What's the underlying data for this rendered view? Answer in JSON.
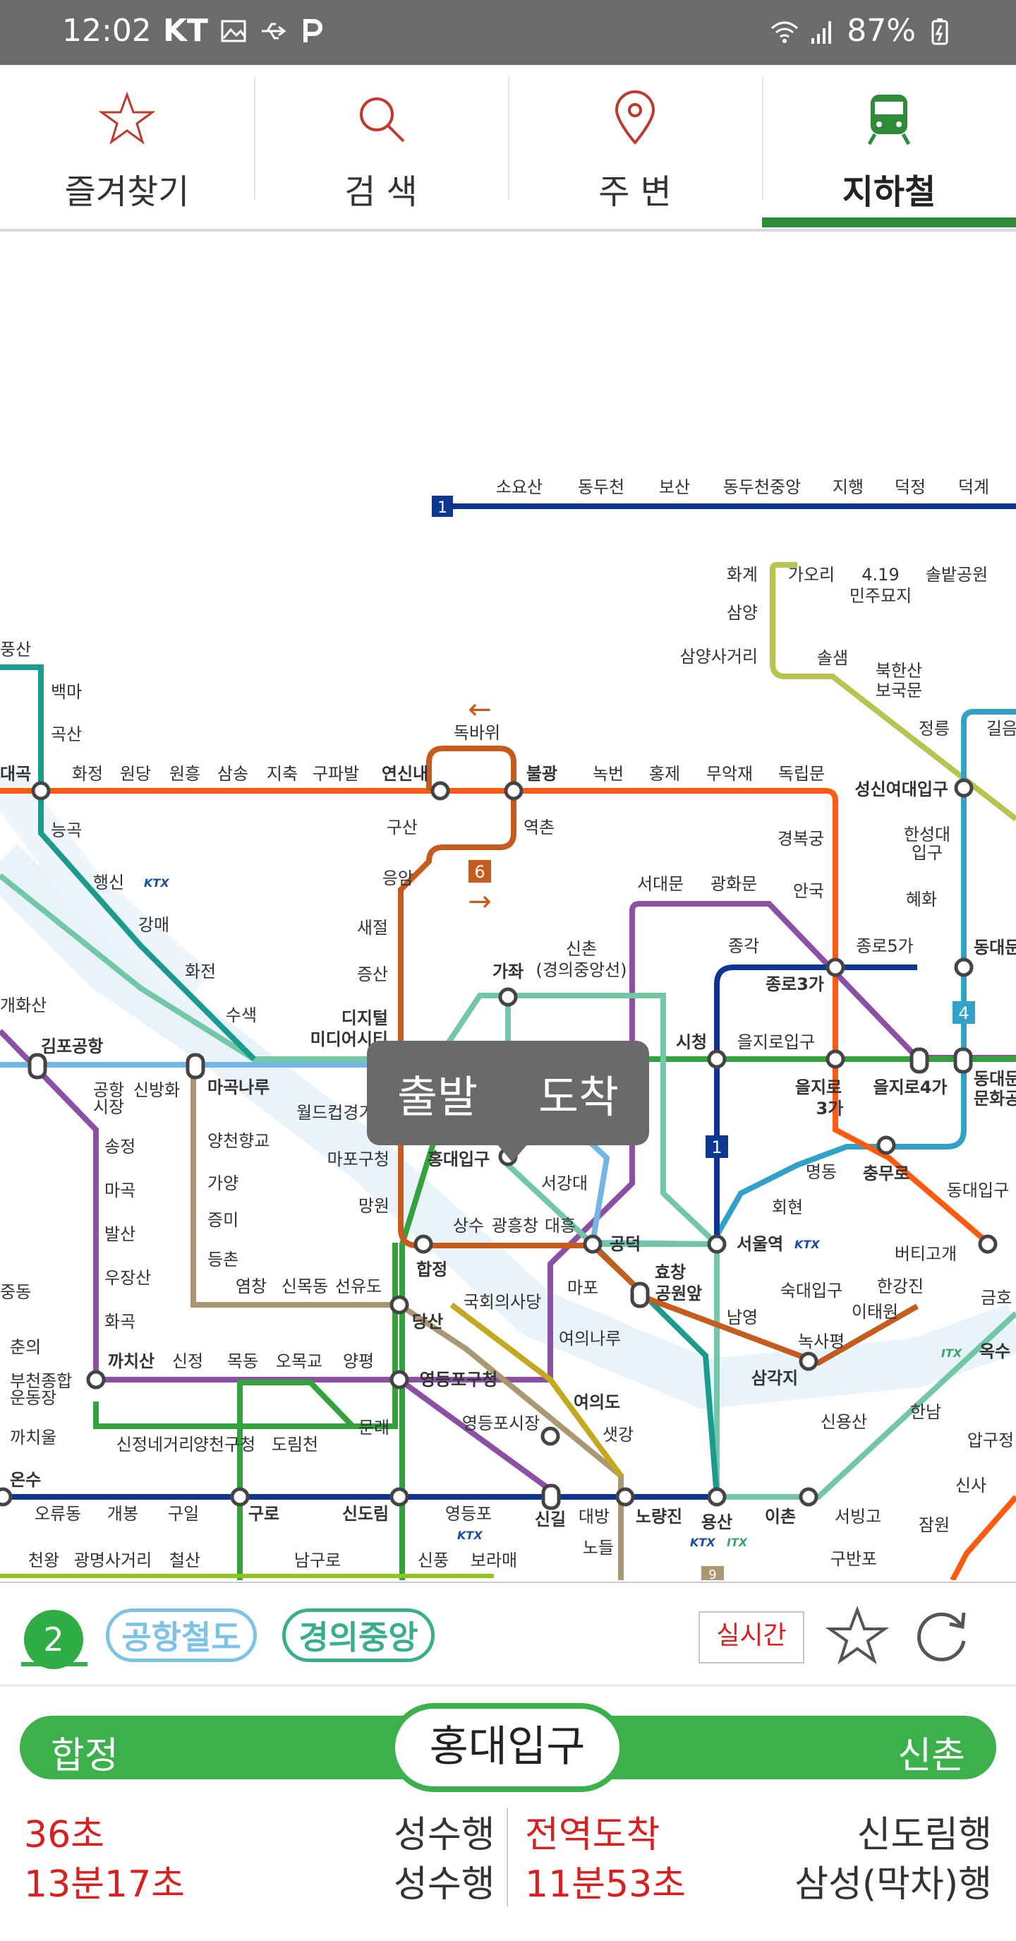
{
  "status_bar": {
    "time": "12:02",
    "carrier": "KT",
    "battery": "87%",
    "icons": [
      "gallery-icon",
      "usb-icon",
      "p-icon",
      "wifi-icon",
      "signal-icon",
      "battery-icon"
    ]
  },
  "tabs": [
    {
      "label": "즐겨찾기",
      "icon": "star-icon"
    },
    {
      "label": "검 색",
      "icon": "search-icon"
    },
    {
      "label": "주 변",
      "icon": "location-pin-icon"
    },
    {
      "label": "지하철",
      "icon": "subway-train-icon",
      "active": true
    }
  ],
  "map": {
    "stations": {
      "soyosan": "소요산",
      "dongducheon": "동두천",
      "bosan": "보산",
      "dongducheon_jungang": "동두천중앙",
      "jihaeng": "지행",
      "deokjeong": "덕정",
      "deokgye": "덕계",
      "hwagye": "화계",
      "gaori": "가오리",
      "s419": "4.19",
      "s419b": "민주묘지",
      "solbat": "솔밭공원",
      "samyang": "삼양",
      "samyang_sageori": "삼양사거리",
      "solsaem": "솔샘",
      "bukhansan": "북한산",
      "bukhansan2": "보국문",
      "jeongneung": "정릉",
      "gireum": "길음",
      "pungsan": "풍산",
      "baengma": "백마",
      "goksan": "곡산",
      "daegok": "대곡",
      "hwajeong": "화정",
      "wondang": "원당",
      "wonheung": "원흥",
      "samsong": "삼송",
      "jichuk": "지축",
      "gupabal": "구파발",
      "yeonsinnae": "연신내",
      "bulgwang": "불광",
      "nokbeon": "녹번",
      "hongje": "홍제",
      "muakjae": "무악재",
      "dongnimmun": "독립문",
      "seongsin": "성신여대입구",
      "dokbawi": "독바위",
      "gusan": "구산",
      "yeokchon": "역촌",
      "eungam": "응암",
      "saejeol": "새절",
      "jeungsan": "증산",
      "digital1": "디지털",
      "digital2": "미디어시티",
      "gajwa": "가좌",
      "sinchon_gj": "신촌",
      "sinchon_gj2": "(경의중앙선)",
      "neunggok": "능곡",
      "haengsin": "행신",
      "gangmae": "강매",
      "hwajeon": "화전",
      "susaek": "수색",
      "gaehwasan": "개화산",
      "gimpo": "김포공항",
      "gonghang": "공항",
      "gonghang2": "시장",
      "sinbanghwa": "신방화",
      "magongnaru": "마곡나루",
      "worldcup": "월드컵경기장",
      "mapogu": "마포구청",
      "mangwon": "망원",
      "hongdae": "홍대입구",
      "seogang": "서강대",
      "sangsu": "상수",
      "gwangheung": "광흥창",
      "daeheung": "대흥",
      "gongdeok": "공덕",
      "hapjeong": "합정",
      "seodaemun": "서대문",
      "gwanghwamun": "광화문",
      "gyeongbok": "경복궁",
      "anguk": "안국",
      "jongno3": "종로3가",
      "jonggak": "종각",
      "jongno5": "종로5가",
      "hyehwa": "혜화",
      "hansung": "한성대",
      "hansung2": "입구",
      "dongdaemun": "동대문",
      "siheong": "시청",
      "euljiro1": "을지로입구",
      "euljiro3": "을지로",
      "euljiro3b": "3가",
      "euljiro4": "을지로4가",
      "dongdaemun_hist": "동대문",
      "dongdaemun_hist2": "문화공",
      "chungmuro": "충무로",
      "dongguk": "동대입구",
      "myeongdong": "명동",
      "hoehyeon": "회현",
      "seoulyeok": "서울역",
      "sookdae": "숙대입구",
      "namyeong": "남영",
      "hyochang": "효창",
      "hyochang2": "공원앞",
      "mapo": "마포",
      "yeouinaru": "여의나루",
      "yeouido": "여의도",
      "saetgang": "샛강",
      "beotigogae": "버티고개",
      "hangangjin": "한강진",
      "itaewon": "이태원",
      "noksapyeong": "녹사평",
      "samgakji": "삼각지",
      "sinyongsan": "신용산",
      "geumho": "금호",
      "oksu": "옥수",
      "hannam": "한남",
      "apgujeong": "압구정",
      "yangcheon": "양천향교",
      "gayang": "가양",
      "jeungmi": "증미",
      "deungchon": "등촌",
      "yeomchang": "염창",
      "sinmokdong": "신목동",
      "seonyudo": "선유도",
      "dangsan": "당산",
      "gukhoe": "국회의사당",
      "gachi": "까치산",
      "sinjeong": "신정",
      "mokdong": "목동",
      "omokgyo": "오목교",
      "yangpyeong": "양평",
      "yeongdeungpo_gu": "영등포구청",
      "yeongdeungpo_market": "영등포시장",
      "munrae": "문래",
      "songjeong": "송정",
      "magok": "마곡",
      "balsan": "발산",
      "ujangsan": "우장산",
      "hwagok": "화곡",
      "chuneui": "춘의",
      "bucheon1": "부천종합",
      "bucheon2": "운동장",
      "kkachiul": "까치울",
      "sinjeong_sageori": "신정네거리",
      "yangcheongu": "양천구청",
      "dorimcheon": "도림천",
      "onsu": "온수",
      "oryu": "오류동",
      "gaebong": "개봉",
      "guil": "구일",
      "guro": "구로",
      "sindorim": "신도림",
      "yeongdeungpo": "영등포",
      "singil": "신길",
      "daebang": "대방",
      "noryangjin": "노량진",
      "nodeul": "노들",
      "yongsan": "용산",
      "ichon": "이촌",
      "seobinggo": "서빙고",
      "jamwon": "잠원",
      "sinsa": "신사",
      "gubanpo": "구반포",
      "cheonwang": "천왕",
      "gwangmyeong": "광명사거리",
      "cheolsan": "철산",
      "namguro": "남구로",
      "sinpung": "신풍",
      "boramae": "보라매",
      "joongdong": "중동",
      "ktx1": "KTX",
      "ktx2": "KTX",
      "ktx3": "KTX",
      "ktx4": "KTX",
      "itx1": "ITX",
      "itx2": "ITX"
    },
    "line_badges": {
      "line1_top": "1",
      "line6": "6",
      "line4": "4",
      "line1_mid": "1",
      "line9": "9"
    },
    "direction_arrow_top": "←",
    "direction_arrow_bottom": "→",
    "popup": {
      "depart": "출발",
      "arrive": "도착"
    }
  },
  "bottom_bar": {
    "line_number": "2",
    "filters": [
      "공항철도",
      "경의중앙"
    ],
    "realtime_label": "실시간",
    "icons": [
      "star-outline-icon",
      "refresh-icon"
    ]
  },
  "station_info": {
    "current": "홍대입구",
    "prev": "합정",
    "next": "신촌"
  },
  "arrivals": {
    "left": [
      {
        "time": "36초",
        "dest": "성수행"
      },
      {
        "time": "13분17초",
        "dest": "성수행"
      }
    ],
    "right": [
      {
        "time": "전역도착",
        "dest": "신도림행"
      },
      {
        "time": "11분53초",
        "dest": "삼성(막차)행"
      }
    ]
  },
  "colors": {
    "line1": "#0d3692",
    "line2": "#33a23d",
    "line3": "#fe5b10",
    "line4": "#32a1c8",
    "line5": "#8b50a4",
    "line6": "#c55c1d",
    "line9": "#aa9872",
    "airport": "#73b6e4",
    "gyeongui": "#72c7a6",
    "ui_line": "#b7c450",
    "gyeongchun": "#1a9b8e",
    "accent_green": "#3cb04a",
    "status_red": "#d82020"
  }
}
